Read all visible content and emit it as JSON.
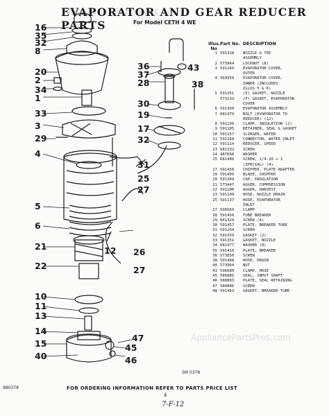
{
  "document": {
    "title": "EVAPORATOR AND GEAR REDUCER PARTS",
    "subtitle": "For Model CETH 4 WE",
    "watermark": "AppliancePartsPros.com",
    "watermark2": "AppliancePartsPros.com",
    "table_header": {
      "illus_no": "Illus. No",
      "part_no": "Part No.",
      "description": "DESCRIPTION"
    },
    "parts": [
      {
        "illus": "1",
        "part": "591318",
        "desc": "NOZZLE & TEE"
      },
      {
        "illus": "",
        "part": "",
        "desc": "ASSEMBLY"
      },
      {
        "illus": "2",
        "part": "573964",
        "desc": "LOCKNUT (8)"
      },
      {
        "illus": "3",
        "part": "591265",
        "desc": "EVAPORATOR COVER,"
      },
      {
        "illus": "",
        "part": "",
        "desc": "OUTER"
      },
      {
        "illus": "4",
        "part": "569959",
        "desc": "EVAPORATOR COVER,"
      },
      {
        "illus": "",
        "part": "",
        "desc": "INNER (INCLUDES"
      },
      {
        "illus": "",
        "part": "",
        "desc": "ILLUS 5 & 6)"
      },
      {
        "illus": "5",
        "part": "591351",
        "desc": "(5) GASKET, NOZZLE"
      },
      {
        "illus": "",
        "part": "573133",
        "desc": "(F) GASKET, EVAPORATOR"
      },
      {
        "illus": "",
        "part": "",
        "desc": "COVER"
      },
      {
        "illus": "6",
        "part": "591369",
        "desc": "EVAPORATOR ASSEMBLY"
      },
      {
        "illus": "7",
        "part": "681479",
        "desc": "BOLT (EVAPORATOR TO"
      },
      {
        "illus": "",
        "part": "",
        "desc": "REDUCER) (12)"
      },
      {
        "illus": "8",
        "part": "591230",
        "desc": "CLAMP, INSULATION (2)"
      },
      {
        "illus": "9",
        "part": "591105",
        "desc": "RETAINER, SEAL & GASKET"
      },
      {
        "illus": "10",
        "part": "591157",
        "desc": "SLINGER, WATER"
      },
      {
        "illus": "11",
        "part": "591268",
        "desc": "CONNECTOR, WATER INLET"
      },
      {
        "illus": "12",
        "part": "591114",
        "desc": "REDUCER, SPEED"
      },
      {
        "illus": "13",
        "part": "681332",
        "desc": "SCREW"
      },
      {
        "illus": "14",
        "part": "487668",
        "desc": "WASHER"
      },
      {
        "illus": "15",
        "part": "681489",
        "desc": "SCREW, 1/4-20 x 1"
      },
      {
        "illus": "",
        "part": "",
        "desc": "(SPECIAL) (4)"
      },
      {
        "illus": "17",
        "part": "591458",
        "desc": "CHIPPER, PLATE ADAPTER"
      },
      {
        "illus": "19",
        "part": "591409",
        "desc": "BLADE, CHIPPER"
      },
      {
        "illus": "20",
        "part": "591369",
        "desc": "CAP, INSULATION"
      },
      {
        "illus": "21",
        "part": "573447",
        "desc": "AUGER, COMPRESSION"
      },
      {
        "illus": "22",
        "part": "591100",
        "desc": "AUGER, HARVEST"
      },
      {
        "illus": "23",
        "part": "591109",
        "desc": "HOSE, NOZZLE DRAIN"
      },
      {
        "illus": "25",
        "part": "591137",
        "desc": "HOSE, EVAPORATOR"
      },
      {
        "illus": "",
        "part": "",
        "desc": "INLET"
      },
      {
        "illus": "27",
        "part": "596669",
        "desc": "CLAMP"
      },
      {
        "illus": "28",
        "part": "591456",
        "desc": "TUBE BREAKER"
      },
      {
        "illus": "29",
        "part": "681329",
        "desc": "SCREW (6)"
      },
      {
        "illus": "30",
        "part": "591457",
        "desc": "PLATE, BREAKER TUBE"
      },
      {
        "illus": "31",
        "part": "591264",
        "desc": "SCREW"
      },
      {
        "illus": "32",
        "part": "591359",
        "desc": "GASKET (2)"
      },
      {
        "illus": "33",
        "part": "591351",
        "desc": "GASKET, NOZZLE"
      },
      {
        "illus": "34",
        "part": "681477",
        "desc": "WASHER (8)"
      },
      {
        "illus": "35",
        "part": "591410",
        "desc": "PLATE, BREAKER"
      },
      {
        "illus": "36",
        "part": "573850",
        "desc": "SCREW"
      },
      {
        "illus": "38",
        "part": "591468",
        "desc": "HOSE, DRAIN"
      },
      {
        "illus": "40",
        "part": "573964",
        "desc": "NUT"
      },
      {
        "illus": "43",
        "part": "596680",
        "desc": "CLAMP, HOSE"
      },
      {
        "illus": "45",
        "part": "586885",
        "desc": "SEAL, INPUT SHAFT"
      },
      {
        "illus": "46",
        "part": "588883",
        "desc": "PLATE, SEAL RETAINING"
      },
      {
        "illus": "47",
        "part": "588886",
        "desc": "SCREW"
      },
      {
        "illus": "48",
        "part": "591463",
        "desc": "GASKET, BREAKER TUBE"
      }
    ],
    "callouts": {
      "c16": "16",
      "c35": "35",
      "c32": "32",
      "c8": "8",
      "c20": "20",
      "c2": "2",
      "c34": "34",
      "c1": "1",
      "c33": "33",
      "c3": "3",
      "c29": "29",
      "c4": "4",
      "c5": "5",
      "c6": "6",
      "c21": "21",
      "c22": "22",
      "c10": "10",
      "c11": "11",
      "c13": "13",
      "c14": "14",
      "c15": "15",
      "c40": "40",
      "c36": "36",
      "c37": "37",
      "c43": "43",
      "c28": "28",
      "c38": "38",
      "c30": "30",
      "c19": "19",
      "c17": "17",
      "c32b": "32",
      "c31": "31",
      "c25": "25",
      "c27": "27",
      "c12": "12",
      "c26": "26",
      "c27b": "27",
      "c45": "45",
      "c46": "46",
      "c47": "47"
    },
    "code_label": "SM 0378",
    "footer": "FOR ORDERING INFORMATION REFER TO PARTS PRICE LIST",
    "catalog_no": "980378",
    "page_no": "4",
    "handwritten_date": "7-F-12"
  }
}
